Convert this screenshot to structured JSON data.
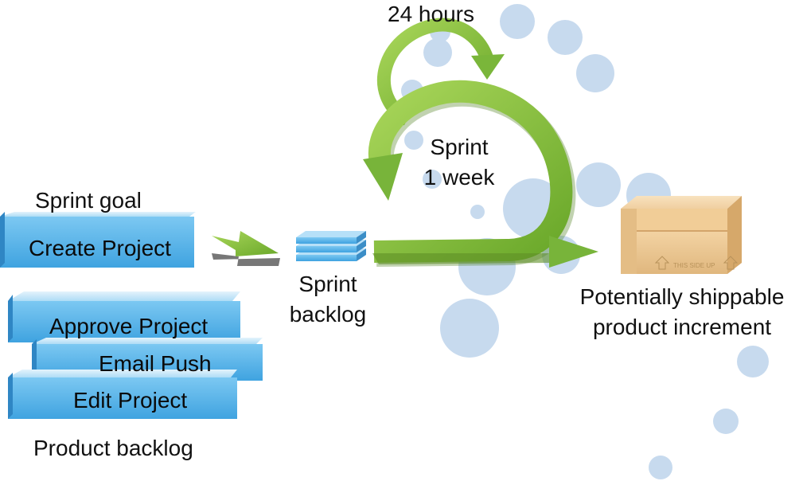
{
  "labels": {
    "twenty_four_hours": "24 hours",
    "sprint_cycle_line1": "Sprint",
    "sprint_cycle_line2": "1 week",
    "sprint_goal": "Sprint goal",
    "sprint_backlog_line1": "Sprint",
    "sprint_backlog_line2": "backlog",
    "increment_line1": "Potentially shippable",
    "increment_line2": "product increment",
    "product_backlog": "Product backlog"
  },
  "sprint_goal_item": "Create Project",
  "product_backlog_items": [
    "Approve Project",
    "Email Push",
    "Edit Project"
  ],
  "box_stamp": "THIS SIDE UP",
  "colors": {
    "block_blue": "#5fb6ea",
    "arrow_green": "#8dc63f",
    "bubble_blue": "#c7daee",
    "box_tan": "#e9c491"
  }
}
